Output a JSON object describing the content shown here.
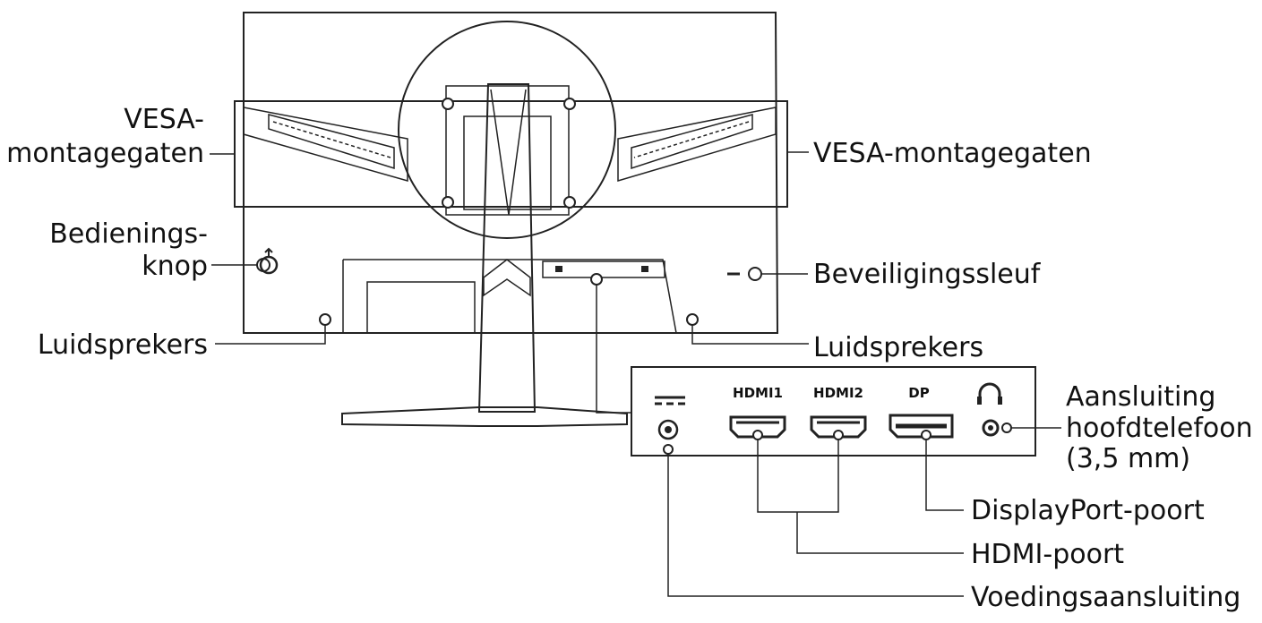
{
  "labels": {
    "vesa_left_line1": "VESA-",
    "vesa_left_line2": "montagegaten",
    "vesa_right": "VESA-montagegaten",
    "control_line1": "Bedienings-",
    "control_line2": "knop",
    "security_slot": "Beveiligingssleuf",
    "speakers_left": "Luidsprekers",
    "speakers_right": "Luidsprekers",
    "headphone_line1": "Aansluiting",
    "headphone_line2": "hoofdtelefoon",
    "headphone_line3": "(3,5 mm)",
    "displayport": "DisplayPort-poort",
    "hdmi": "HDMI-poort",
    "power": "Voedingsaansluiting"
  },
  "ports": {
    "hdmi1": "HDMI1",
    "hdmi2": "HDMI2",
    "dp": "DP"
  },
  "icons": [
    "dc-power-icon",
    "headphone-icon",
    "lock-icon",
    "joystick-icon"
  ]
}
